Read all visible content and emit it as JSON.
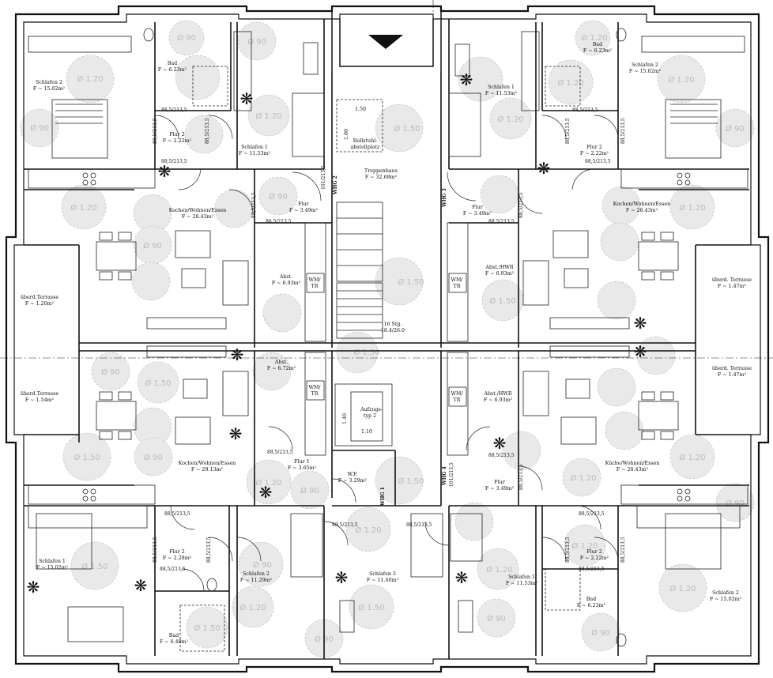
{
  "rooms": [
    {
      "id": "schlafen2_tl",
      "name": "Schlafen 2",
      "area": "F ~ 15.02m²"
    },
    {
      "id": "bad_tl",
      "name": "Bad",
      "area": "F ~ 6.23m²"
    },
    {
      "id": "flur2_tl",
      "name": "Flur 2",
      "area": "F ~ 2.22m²"
    },
    {
      "id": "schlafen1_tl",
      "name": "Schlafen 1",
      "area": "F ~ 11.53m²"
    },
    {
      "id": "rollstuhl",
      "name": "Rollstuhl-",
      "name2": "abstellplatz"
    },
    {
      "id": "treppenhaus",
      "name": "Treppenhaus",
      "area": "F ~ 32.68m²"
    },
    {
      "id": "schlafen1_tr",
      "name": "Schlafen 1",
      "area": "F ~ 11.53m²"
    },
    {
      "id": "bad_tr",
      "name": "Bad",
      "area": "F ~ 6.23m²"
    },
    {
      "id": "schlafen2_tr",
      "name": "Schlafen 2",
      "area": "F ~ 15.02m²"
    },
    {
      "id": "flur2_tr",
      "name": "Flur 2",
      "area": "F ~ 2.22m²"
    },
    {
      "id": "kwe_tl",
      "name": "Kochen/Wohnen/Essen",
      "area": "F ~ 28.43m²"
    },
    {
      "id": "flur_tl",
      "name": "Flur",
      "area": "F ~ 3.49m²"
    },
    {
      "id": "flur_tr",
      "name": "Flur",
      "area": "F ~ 3.49m²"
    },
    {
      "id": "kwe_tr",
      "name": "Kochen/Wohnen/Essen",
      "area": "F ~ 28.43m²"
    },
    {
      "id": "abst_tl",
      "name": "Abst.",
      "area": "F ~ 6.93m²"
    },
    {
      "id": "absthwr_tr",
      "name": "Abst./HWR",
      "area": "F ~ 6.93m²"
    },
    {
      "id": "terr_ul",
      "name": "überd.Terrasse",
      "area": "F ~ 1.20m²"
    },
    {
      "id": "terr_ur",
      "name": "überd. Terrasse",
      "area": "F ~ 1.47m²"
    },
    {
      "id": "terr_ll",
      "name": "überd.Terrasse",
      "area": "F ~ 1.54m²"
    },
    {
      "id": "terr_lr",
      "name": "überd. Terrasse",
      "area": "F ~ 1.47m²"
    },
    {
      "id": "abst_bl",
      "name": "Abst.",
      "area": "F ~ 6.72m²"
    },
    {
      "id": "absthwr_br",
      "name": "Abst./HWR",
      "area": "F ~ 6.93m²"
    },
    {
      "id": "kwe_bl",
      "name": "Kochen/Wohnen/Essen",
      "area": "F ~ 29.13m²"
    },
    {
      "id": "flur1_bl",
      "name": "Flur 1",
      "area": "F ~ 3.65m²"
    },
    {
      "id": "wf",
      "name": "W.F.",
      "area": "F ~ 3.29m²"
    },
    {
      "id": "flur_br",
      "name": "Flur",
      "area": "F ~ 3.49m²"
    },
    {
      "id": "kwe_br",
      "name": "Küche/Wohnen/Essen",
      "area": "F ~ 28.43m²"
    },
    {
      "id": "schlafen1_bl",
      "name": "Schlafen 1",
      "area": "F ~ 15.02m²"
    },
    {
      "id": "flur2_bl",
      "name": "Flur 2",
      "area": "F ~ 2.28m²"
    },
    {
      "id": "schlafen2_bl",
      "name": "Schlafen 2",
      "area": "F ~ 11.29m²"
    },
    {
      "id": "schlafen3_b",
      "name": "Schlafen 3",
      "area": "F ~ 11.60m²"
    },
    {
      "id": "schlafen1_br",
      "name": "Schlafen 1",
      "area": "F ~ 11.53m²"
    },
    {
      "id": "flur2_br",
      "name": "Flur 2",
      "area": "F ~ 2.22m²"
    },
    {
      "id": "bad_br",
      "name": "Bad",
      "area": "F ~ 6.23m²"
    },
    {
      "id": "schlafen2_br",
      "name": "Schlafen 2",
      "area": "F ~ 15.02m²"
    },
    {
      "id": "bad_bl",
      "name": "Bad",
      "area": "F ~ 6.40m²"
    }
  ],
  "stairs": {
    "steps": "16 Stg.",
    "ratio": "18.4/26.0"
  },
  "elevator": {
    "label1": "Aufzugs-",
    "label2": "typ 2",
    "w": "1.10",
    "h": "1.40"
  },
  "rollstuhl_dims": {
    "w": "1.50",
    "h": "1.80"
  },
  "wmtr": [
    "WM/",
    "TR"
  ],
  "door_dims": [
    "88,5/213,5",
    "88,5/213,5",
    "101/213,5"
  ],
  "wohnung_tags": [
    "WHG 2",
    "WHG 3",
    "WHG 1",
    "WHG 4"
  ],
  "circle_labels": {
    "d90": "Ø 90",
    "d120": "Ø 1.20",
    "d150": "Ø 1.50"
  }
}
